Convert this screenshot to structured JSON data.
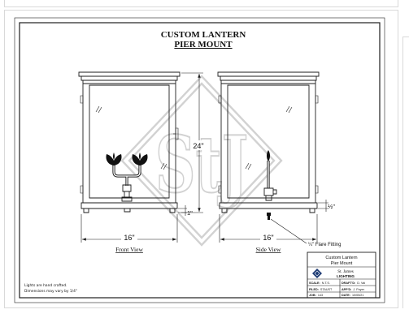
{
  "drawing": {
    "title_line1": "CUSTOM LANTERN",
    "title_line2": "PIER MOUNT",
    "watermark_logo": "StJ",
    "front_view": {
      "label": "Front View",
      "height": "24\"",
      "width": "16\"",
      "base_height": "1\""
    },
    "side_view": {
      "label": "Side View",
      "width": "16\"",
      "base_height": "½\"",
      "fitting_label": "¼\" Flare Fitting"
    },
    "notes": [
      "Lights are hand crafted.",
      "Dimensions may vary by 1/4\""
    ],
    "title_block": {
      "name_line1": "Custom Lantern",
      "name_line2": "Pier Mount",
      "company_line1": "St. James",
      "company_line2": "LIGHTING",
      "fields": [
        {
          "label": "SCALE:",
          "value": "N.T.S."
        },
        {
          "label": "DRAFT'D:",
          "value": "D. Vai"
        },
        {
          "label": "FILED:",
          "value": "STAUST"
        },
        {
          "label": "APP'D:",
          "value": "J. Poyer"
        },
        {
          "label": "JOB:",
          "value": "143"
        },
        {
          "label": "DATE:",
          "value": "10/05/21"
        }
      ]
    }
  },
  "icons": {
    "title_block_logo": "diamond-logo-icon",
    "watermark": "diamond-monogram-watermark"
  },
  "colors": {
    "line": "#1e1e1e",
    "watermark": "#d2d2d2",
    "logo": "#1d3b74",
    "card_border": "#d9d9d9"
  }
}
